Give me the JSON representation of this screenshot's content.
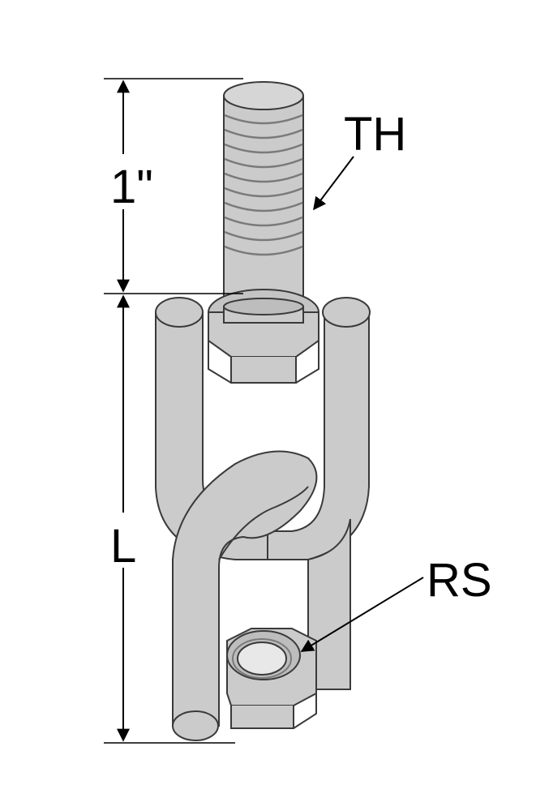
{
  "labels": {
    "thread_height": "1\"",
    "length": "L",
    "threaded_end": "TH",
    "rod_size": "RS"
  },
  "colors": {
    "metal": "#cbcbcb",
    "metal_dark": "#9d9d9d",
    "outline": "#3a3a3a",
    "dimension": "#000000",
    "background": "#ffffff"
  }
}
